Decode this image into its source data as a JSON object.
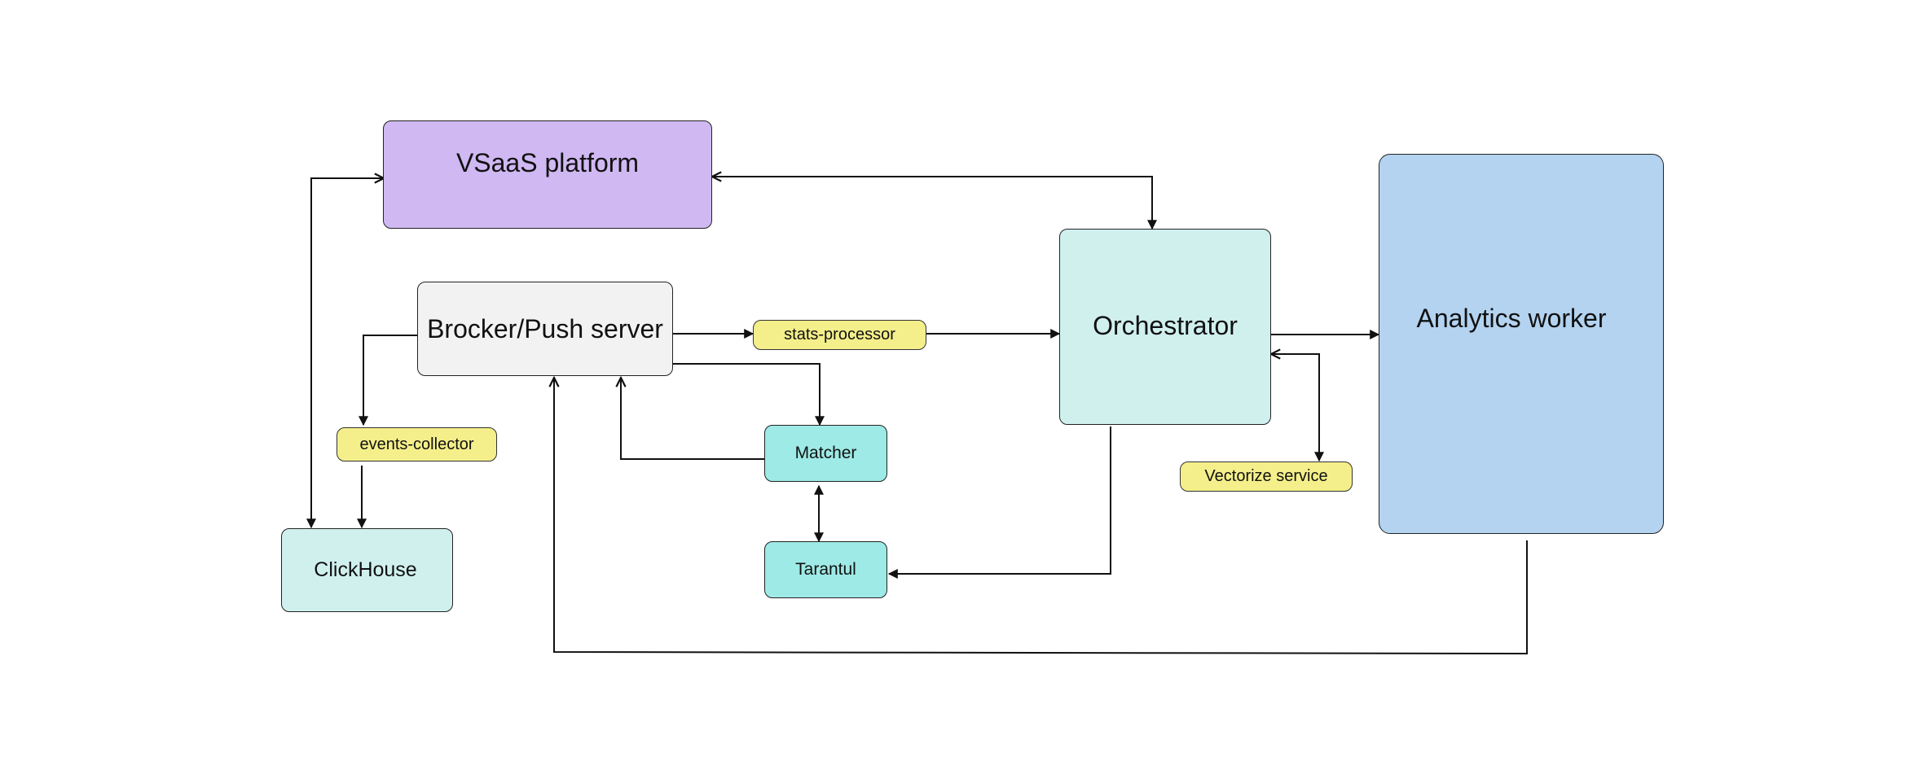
{
  "nodes": {
    "vsaas": {
      "label": "VSaaS platform",
      "color": "#d0b8f2"
    },
    "broker": {
      "label": "Brocker/Push server",
      "color": "#f2f2f2"
    },
    "orchestrator": {
      "label": "Orchestrator",
      "color": "#d0f0ee"
    },
    "analytics": {
      "label": "Analytics worker",
      "color": "#b3d3f0"
    },
    "matcher": {
      "label": "Matcher",
      "color": "#9eeae6"
    },
    "tarantul": {
      "label": "Tarantul",
      "color": "#9eeae6"
    },
    "clickhouse": {
      "label": "ClickHouse",
      "color": "#d0f0ee"
    }
  },
  "tags": {
    "stats_processor": {
      "label": "stats-processor",
      "color": "#f4ef8a"
    },
    "events_collector": {
      "label": "events-collector",
      "color": "#f4ef8a"
    },
    "vectorize_service": {
      "label": "Vectorize service",
      "color": "#f4ef8a"
    }
  },
  "edges": [
    {
      "from": "clickhouse",
      "to": "vsaas",
      "style": "bidirectional"
    },
    {
      "from": "vsaas",
      "to": "orchestrator",
      "style": "bidirectional"
    },
    {
      "from": "broker",
      "to": "events-collector",
      "style": "directed"
    },
    {
      "from": "events-collector",
      "to": "clickhouse",
      "style": "directed"
    },
    {
      "from": "broker",
      "to": "stats-processor",
      "style": "directed"
    },
    {
      "from": "stats-processor",
      "to": "orchestrator",
      "style": "directed"
    },
    {
      "from": "broker",
      "to": "matcher",
      "style": "directed"
    },
    {
      "from": "matcher",
      "to": "broker",
      "style": "directed"
    },
    {
      "from": "matcher",
      "to": "tarantul",
      "style": "bidirectional"
    },
    {
      "from": "orchestrator",
      "to": "tarantul",
      "style": "directed"
    },
    {
      "from": "orchestrator",
      "to": "analytics",
      "style": "directed"
    },
    {
      "from": "orchestrator",
      "to": "vectorize service",
      "style": "bidirectional"
    },
    {
      "from": "analytics",
      "to": "broker",
      "style": "directed"
    }
  ]
}
